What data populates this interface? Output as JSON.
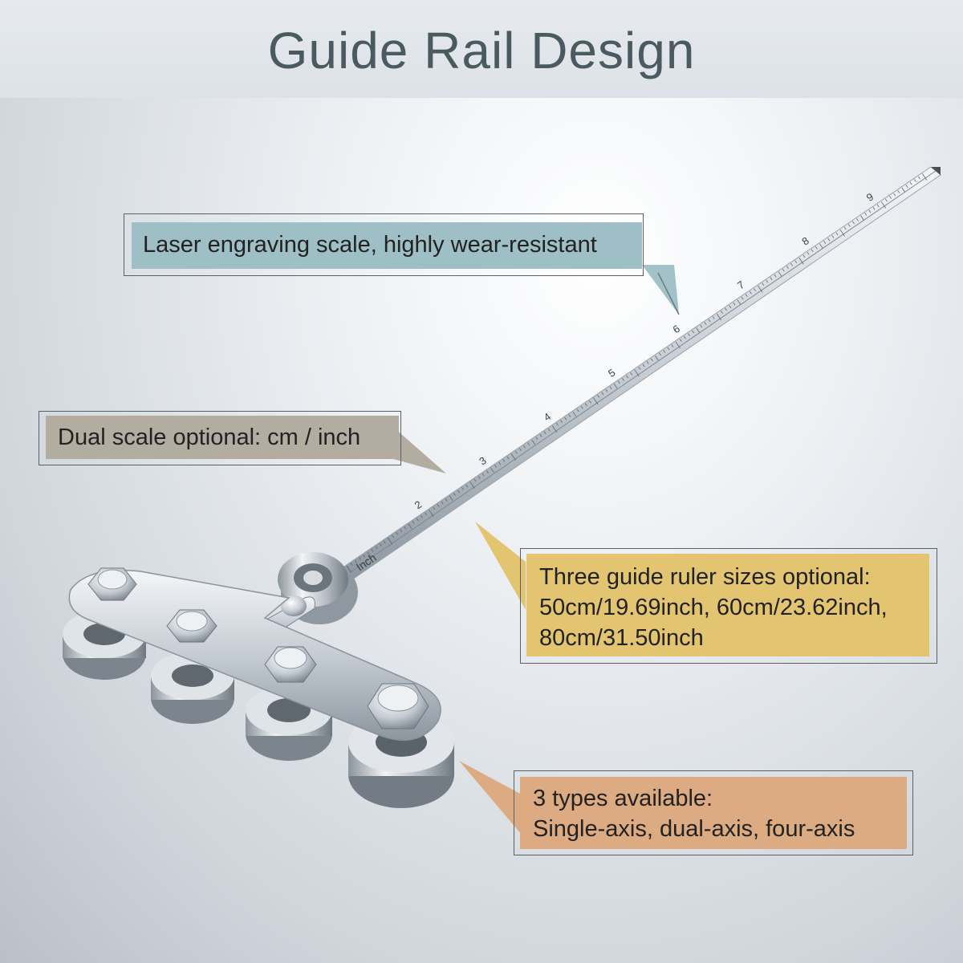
{
  "title": "Guide Rail Design",
  "callouts": {
    "laser": "Laser engraving scale, highly wear-resistant",
    "dual": "Dual scale optional: cm / inch",
    "sizes_line1": "Three guide ruler sizes optional:",
    "sizes_line2": "50cm/19.69inch, 60cm/23.62inch,",
    "sizes_line3": "80cm/31.50inch",
    "types_line1": "3 types available:",
    "types_line2": "Single-axis, dual-axis, four-axis"
  },
  "ruler": {
    "unit_label": "Inch",
    "numbers": [
      "2",
      "3",
      "4",
      "5",
      "6",
      "7",
      "8",
      "9"
    ]
  },
  "colors": {
    "laser_box": "#9ebfc5",
    "dual_box": "#b3ada1",
    "sizes_box": "#e3c470",
    "types_box": "#dcab82"
  }
}
